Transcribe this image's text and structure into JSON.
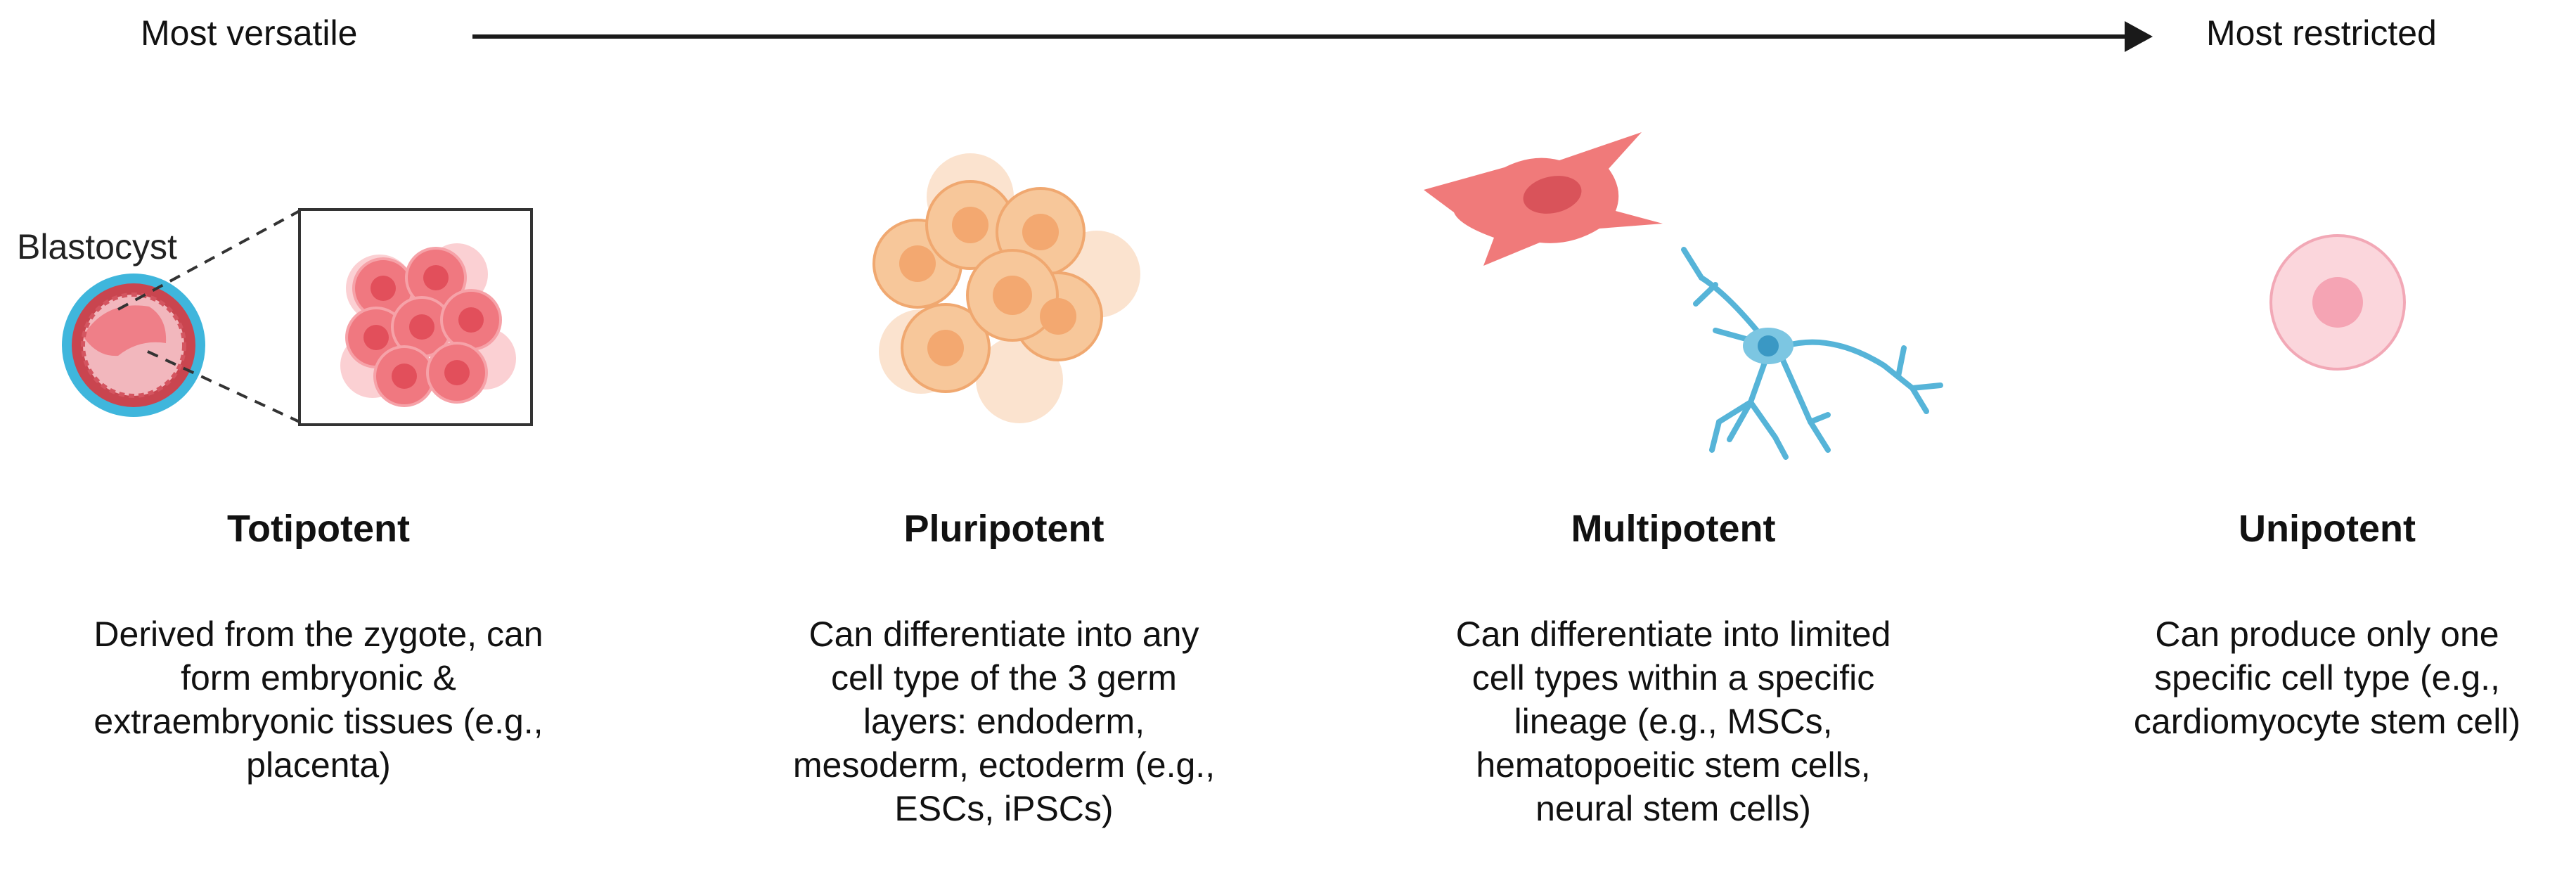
{
  "scale": {
    "left_label": "Most versatile",
    "right_label": "Most restricted"
  },
  "blastocyst_label": "Blastocyst",
  "columns": [
    {
      "title": "Totipotent",
      "description": "Derived from the zygote, can\nform embryonic &\nextraembryonic tissues (e.g.,\nplacenta)"
    },
    {
      "title": "Pluripotent",
      "description": "Can differentiate into any\ncell type of the 3 germ\nlayers: endoderm,\nmesoderm, ectoderm (e.g.,\nESCs, iPSCs)"
    },
    {
      "title": "Multipotent",
      "description": "Can differentiate into limited\ncell types within a specific\nlineage (e.g., MSCs,\nhematopoeitic stem cells,\nneural stem cells)"
    },
    {
      "title": "Unipotent",
      "description": "Can produce only one\nspecific cell type (e.g.,\ncardiomyocyte stem cell)"
    }
  ],
  "colors": {
    "arrow": "#1a1a1a",
    "blastocyst_ring": "#3fb6dc",
    "morula": "#f06c74",
    "pluripotent": "#f7c79a",
    "fibroblast": "#f07a7a",
    "neuron": "#56b4d8",
    "unipotent": "#f9c6cf"
  }
}
